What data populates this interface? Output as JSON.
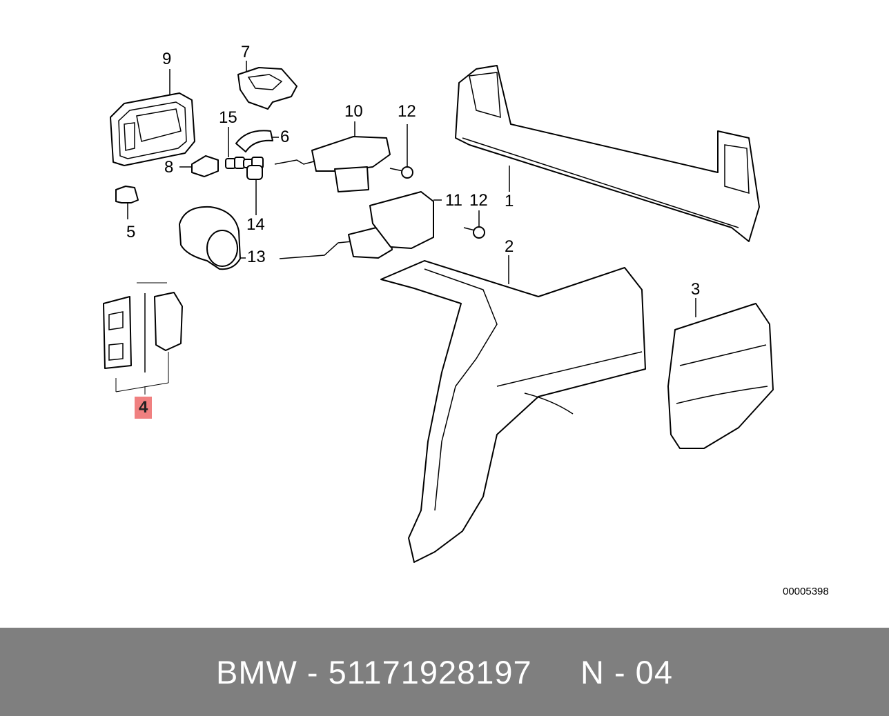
{
  "parts": [
    {
      "id": "label-1",
      "text": "1"
    },
    {
      "id": "label-2",
      "text": "2"
    },
    {
      "id": "label-3",
      "text": "3"
    },
    {
      "id": "label-4",
      "text": "4",
      "highlighted": true,
      "highlight_color": "#f08080"
    },
    {
      "id": "label-5",
      "text": "5"
    },
    {
      "id": "label-6",
      "text": "6"
    },
    {
      "id": "label-7",
      "text": "7"
    },
    {
      "id": "label-8",
      "text": "8"
    },
    {
      "id": "label-9",
      "text": "9"
    },
    {
      "id": "label-10",
      "text": "10"
    },
    {
      "id": "label-11",
      "text": "11"
    },
    {
      "id": "label-12a",
      "text": "12"
    },
    {
      "id": "label-12b",
      "text": "12"
    },
    {
      "id": "label-13",
      "text": "13"
    },
    {
      "id": "label-14",
      "text": "14"
    },
    {
      "id": "label-15",
      "text": "15"
    }
  ],
  "diagram_code": "00005398",
  "footer": {
    "text": "BMW - 51171928197     N - 04",
    "background": "#7f7f7f",
    "color": "#ffffff"
  }
}
